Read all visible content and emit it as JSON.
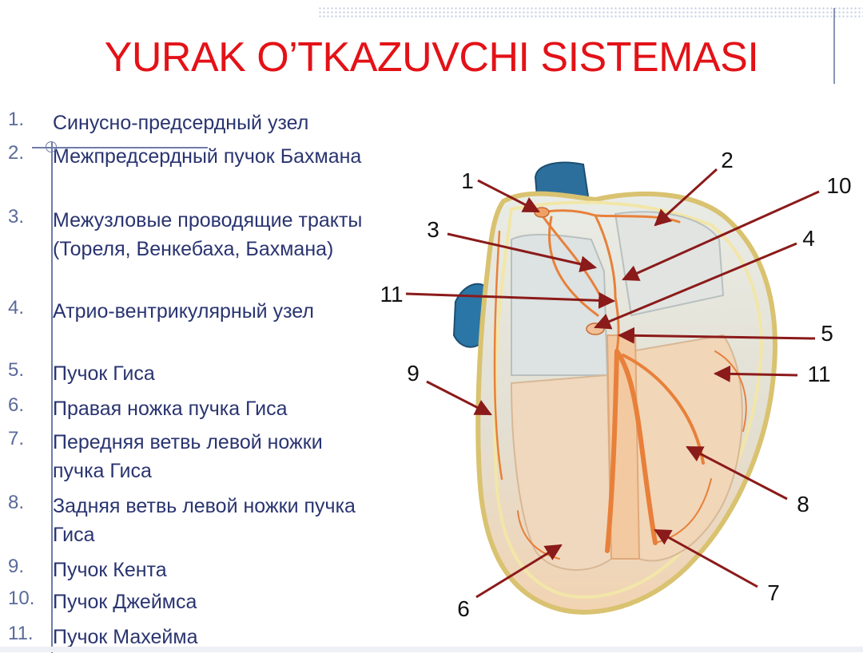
{
  "title": "YURAK O’TKAZUVCHI SISTEMASI",
  "legend": [
    {
      "num": "1.",
      "text": "Синусно-предсердный узел"
    },
    {
      "num": "2.",
      "text": "Межпредсердный пучок Бахмана"
    },
    {
      "num": "3.",
      "text": "Межузловые проводящие тракты (Тореля, Венкебаха, Бахмана)"
    },
    {
      "num": "4.",
      "text": "Атрио-вентрикулярный узел"
    },
    {
      "num": "5.",
      "text": "Пучок Гиса"
    },
    {
      "num": "6.",
      "text": "Правая ножка пучка Гиса"
    },
    {
      "num": "7.",
      "text": "Передняя ветвь левой ножки пучка Гиса"
    },
    {
      "num": "8.",
      "text": "Задняя ветвь левой ножки пучка Гиса"
    },
    {
      "num": "9.",
      "text": "Пучок Кента"
    },
    {
      "num": "10.",
      "text": "Пучок Джеймса"
    },
    {
      "num": "11.",
      "text": "Пучок Махейма"
    }
  ],
  "diagram_labels": {
    "l1": "1",
    "l2": "2",
    "l3": "3",
    "l4": "4",
    "l5": "5",
    "l6": "6",
    "l7": "7",
    "l8": "8",
    "l9": "9",
    "l10": "10",
    "l11a": "11",
    "l11b": "11"
  },
  "colors": {
    "title": "#e31217",
    "legend_text": "#2a3470",
    "arrow": "#8b1a1a",
    "conduction": "#e8803a"
  }
}
